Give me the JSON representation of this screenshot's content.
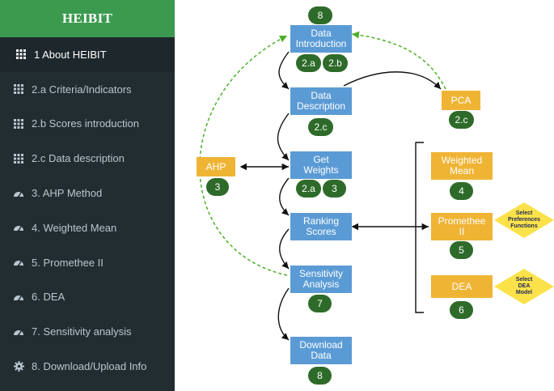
{
  "brand": "HEIBIT",
  "menu": [
    {
      "label": "1 About HEIBIT",
      "icon": "grid-icon",
      "active": true
    },
    {
      "label": "2.a Criteria/Indicators",
      "icon": "grid-icon"
    },
    {
      "label": "2.b Scores introduction",
      "icon": "grid-icon"
    },
    {
      "label": "2.c Data description",
      "icon": "grid-icon"
    },
    {
      "label": "3. AHP Method",
      "icon": "dashboard-icon"
    },
    {
      "label": "4. Weighted Mean",
      "icon": "dashboard-icon"
    },
    {
      "label": "5. Promethee II",
      "icon": "dashboard-icon"
    },
    {
      "label": "6. DEA",
      "icon": "dashboard-icon"
    },
    {
      "label": "7. Sensitivity analysis",
      "icon": "dashboard-icon"
    },
    {
      "label": "8. Download/Upload Info",
      "icon": "gear-icon"
    }
  ],
  "diagram": {
    "top_pill": "8",
    "data_intro": {
      "line1": "Data",
      "line2": "Introduction",
      "pills": [
        "2.a",
        "2.b"
      ]
    },
    "data_desc": {
      "line1": "Data",
      "line2": "Description",
      "pill": "2.c"
    },
    "get_weights": {
      "line1": "Get",
      "line2": "Weights",
      "pills": [
        "2.a",
        "3"
      ]
    },
    "ranking": {
      "line1": "Ranking",
      "line2": "Scores"
    },
    "sensitivity": {
      "line1": "Sensitivity",
      "line2": "Analysis",
      "pill": "7"
    },
    "download": {
      "line1": "Download",
      "line2": "Data",
      "pill": "8"
    },
    "ahp": {
      "label": "AHP",
      "pill": "3"
    },
    "pca": {
      "label": "PCA",
      "pill": "2.c"
    },
    "weighted": {
      "line1": "Weighted",
      "line2": "Mean",
      "pill": "4"
    },
    "promethee": {
      "line1": "Promethee",
      "line2": "II",
      "pill": "5"
    },
    "dea": {
      "label": "DEA",
      "pill": "6"
    },
    "promethee_note": {
      "line1": "Select",
      "line2": "Preferences",
      "line3": "Functions"
    },
    "dea_note": {
      "line1": "Select",
      "line2": "DEA",
      "line3": "Model"
    }
  },
  "colors": {
    "sidebar": "#222d32",
    "brand": "#3c9a4f",
    "blue_box": "#5b9bd5",
    "orange_box": "#f0b435",
    "pill": "#2e6b2a",
    "dashed_arrow": "#4caf2a",
    "diamond": "#fce24a"
  }
}
